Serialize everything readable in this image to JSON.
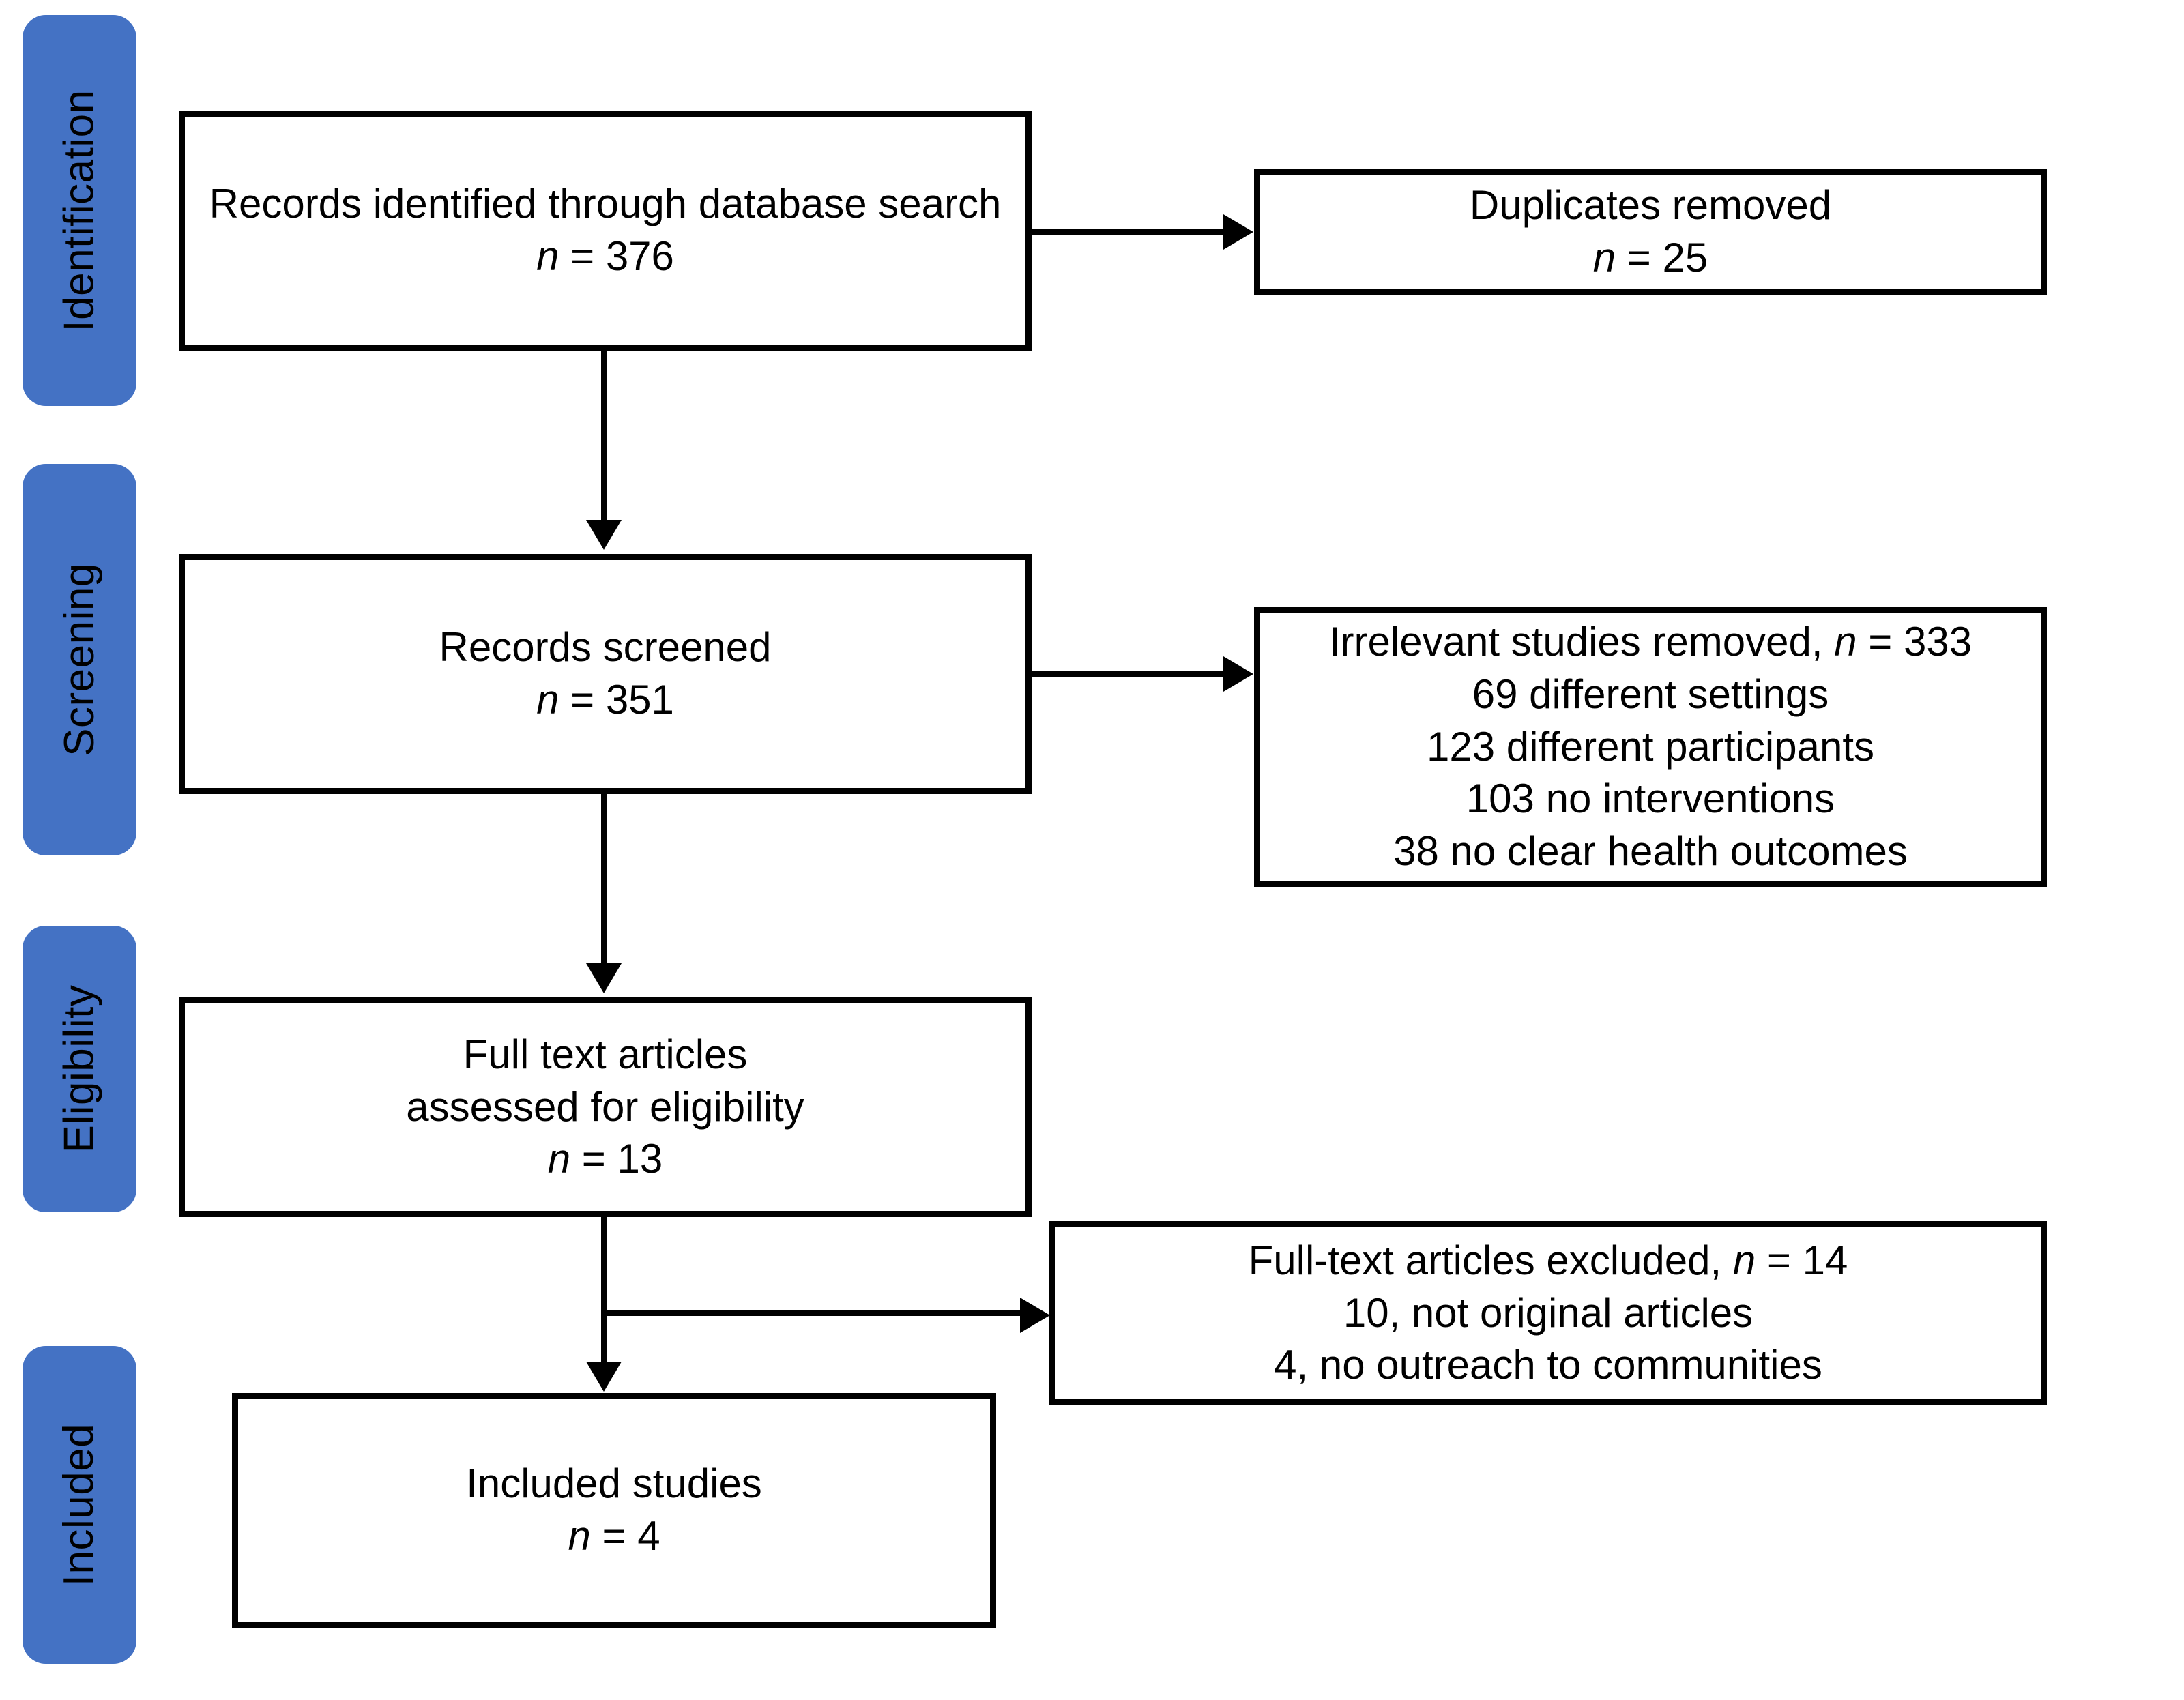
{
  "diagram": {
    "title": "PRISMA study selection flow diagram",
    "accent_color": "#4472C4",
    "line_color": "#000000",
    "background_color": "#FFFFFF"
  },
  "stages": [
    {
      "id": "identification",
      "label": "Identification"
    },
    {
      "id": "screening",
      "label": "Screening"
    },
    {
      "id": "eligibility",
      "label": "Eligibility"
    },
    {
      "id": "included",
      "label": "Included"
    }
  ],
  "boxes": {
    "records_identified": {
      "line1": "Records identified through database search",
      "line2_prefix": "n",
      "line2_rest": " = 376",
      "n_value": 376
    },
    "duplicates_removed": {
      "line1": "Duplicates removed",
      "line2_prefix": "n",
      "line2_rest": " = 25",
      "n_value": 25
    },
    "records_screened": {
      "line1": "Records screened",
      "line2_prefix": "n",
      "line2_rest": " = 351",
      "n_value": 351
    },
    "irrelevant_removed": {
      "line1_a": "Irrelevant studies removed, ",
      "line1_n": "n",
      "line1_b": " = 333",
      "n_value": 333,
      "reasons": [
        "69 different settings",
        "123 different participants",
        "103 no interventions",
        "38 no clear health outcomes"
      ]
    },
    "full_text_assessed": {
      "line1": "Full text articles",
      "line2": "assessed for eligibility",
      "line3_prefix": "n",
      "line3_rest": " = 13",
      "n_value": 13
    },
    "full_text_excluded": {
      "line1_a": "Full-text articles excluded, ",
      "line1_n": "n",
      "line1_b": " = 14",
      "n_value": 14,
      "reasons": [
        "10, not original articles",
        "4, no outreach to communities"
      ]
    },
    "included_studies": {
      "line1": "Included studies",
      "line2_prefix": "n",
      "line2_rest": " = 4",
      "n_value": 4
    }
  }
}
